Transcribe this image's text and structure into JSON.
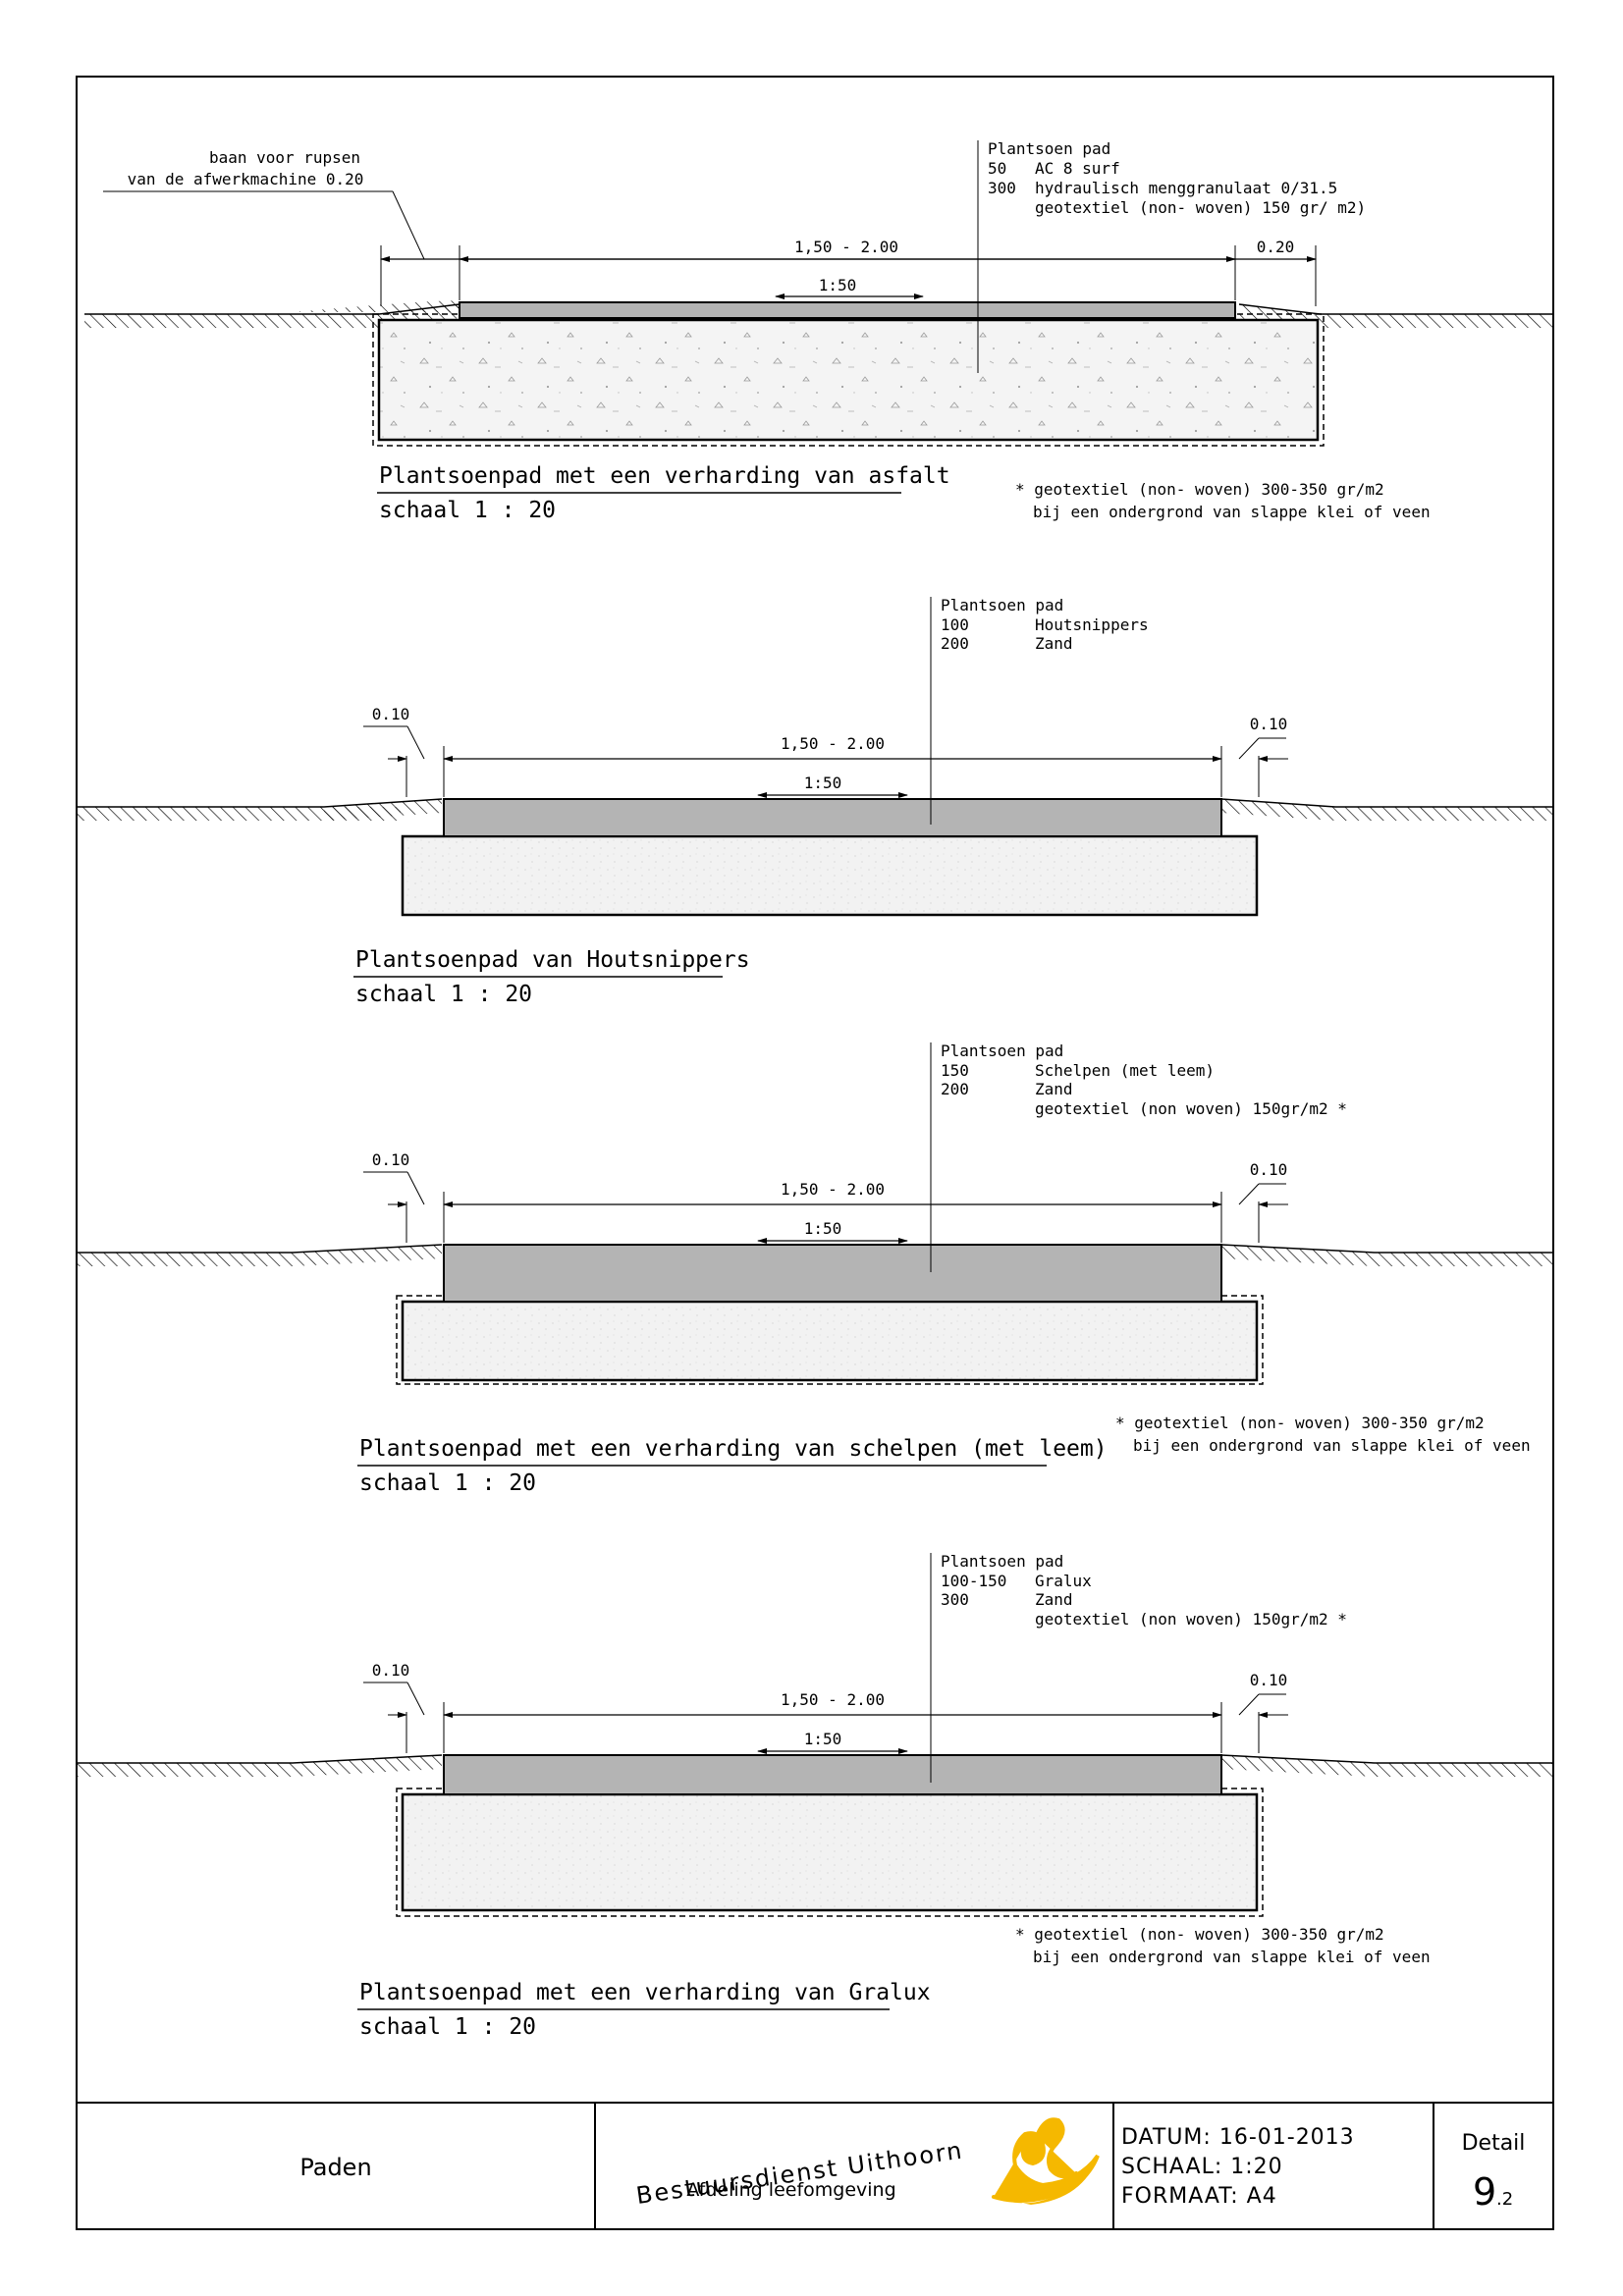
{
  "sections": [
    {
      "title": "Plantsoenpad met een verharding van asfalt",
      "scale": "schaal 1 : 20",
      "layer_header": "Plantsoen pad",
      "layers": [
        {
          "thickness": "50",
          "material": "AC 8 surf"
        },
        {
          "thickness": "300",
          "material": "hydraulisch menggranulaat 0/31.5"
        },
        {
          "thickness": "",
          "material": "geotextiel (non- woven) 150 gr/ m2)"
        }
      ],
      "left_note_line1": "baan voor rupsen",
      "left_note_line2": "van de afwerkmachine 0.20",
      "width_dim": "1,50 - 2.00",
      "right_dim": "0.20",
      "slope": "1:50",
      "footnote_line1": "* geotextiel (non- woven) 300-350 gr/m2",
      "footnote_line2": "bij een ondergrond van slappe klei of veen"
    },
    {
      "title": "Plantsoenpad van Houtsnippers",
      "scale": "schaal 1 : 20",
      "layer_header": "Plantsoen pad",
      "layers": [
        {
          "thickness": "100",
          "material": "Houtsnippers"
        },
        {
          "thickness": "200",
          "material": "Zand"
        }
      ],
      "left_dim": "0.10",
      "right_dim": "0.10",
      "width_dim": "1,50 - 2.00",
      "slope": "1:50"
    },
    {
      "title": "Plantsoenpad met een verharding van schelpen (met leem)",
      "scale": "schaal 1 : 20",
      "layer_header": "Plantsoen pad",
      "layers": [
        {
          "thickness": "150",
          "material": "Schelpen (met leem)"
        },
        {
          "thickness": "200",
          "material": "Zand"
        },
        {
          "thickness": "",
          "material": "geotextiel (non woven) 150gr/m2 *"
        }
      ],
      "left_dim": "0.10",
      "right_dim": "0.10",
      "width_dim": "1,50 - 2.00",
      "slope": "1:50",
      "footnote_line1": "* geotextiel (non- woven) 300-350 gr/m2",
      "footnote_line2": "bij een ondergrond van slappe klei of veen"
    },
    {
      "title": "Plantsoenpad met een verharding van Gralux",
      "scale": "schaal 1 : 20",
      "layer_header": "Plantsoen pad",
      "layers": [
        {
          "thickness": "100-150",
          "material": "Gralux"
        },
        {
          "thickness": "300",
          "material": "Zand"
        },
        {
          "thickness": "",
          "material": "geotextiel (non woven) 150gr/m2 *"
        }
      ],
      "left_dim": "0.10",
      "right_dim": "0.10",
      "width_dim": "1,50 - 2.00",
      "slope": "1:50",
      "footnote_line1": "* geotextiel (non- woven) 300-350 gr/m2",
      "footnote_line2": "bij een ondergrond van slappe klei of veen"
    }
  ],
  "title_block": {
    "subject": "Paden",
    "org_name": "Bestuursdienst Uithoorn",
    "department": "Afdeling leefomgeving",
    "datum": "DATUM: 16-01-2013",
    "schaal": "SCHAAL: 1:20",
    "formaat": "FORMAAT: A4",
    "detail_label": "Detail",
    "detail_number": "9",
    "detail_sub": ".2"
  },
  "colors": {
    "line": "#000000",
    "surface_fill": "#b4b4b4",
    "base_fill": "#f2f2f2",
    "logo_accent": "#f5b800"
  }
}
